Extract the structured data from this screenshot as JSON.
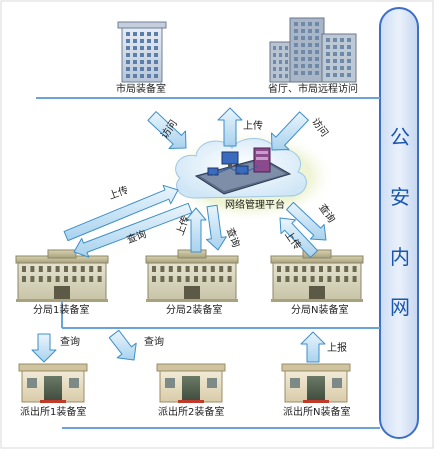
{
  "network": {
    "label_chars": [
      "公",
      "安",
      "内",
      "网"
    ]
  },
  "top": {
    "city_room": "市局装备室",
    "remote_access": "省厅、市局远程访问"
  },
  "platform": {
    "label": "网络管理平台"
  },
  "branches": {
    "b1": "分局1装备室",
    "b2": "分局2装备室",
    "bn": "分局N装备室"
  },
  "stations": {
    "s1": "派出所1装备室",
    "s2": "派出所2装备室",
    "sn": "派出所N装备室"
  },
  "arrows": {
    "visit_left": "访问",
    "upload_top": "上传",
    "visit_right": "访问",
    "upload_b1": "上传",
    "query_b1": "查询",
    "upload_b2": "上传",
    "query_b2": "查询",
    "query_bn": "查询",
    "upload_bn": "上传",
    "query_s1": "查询",
    "query_s2": "查询",
    "report_sn": "上报"
  },
  "colors": {
    "network_fill": "#dbe6f7",
    "network_stroke": "#3e6fc6",
    "arrow_fill": "#c7e3f6",
    "arrow_stroke": "#3f8fc8",
    "line": "#6aa3d6"
  }
}
